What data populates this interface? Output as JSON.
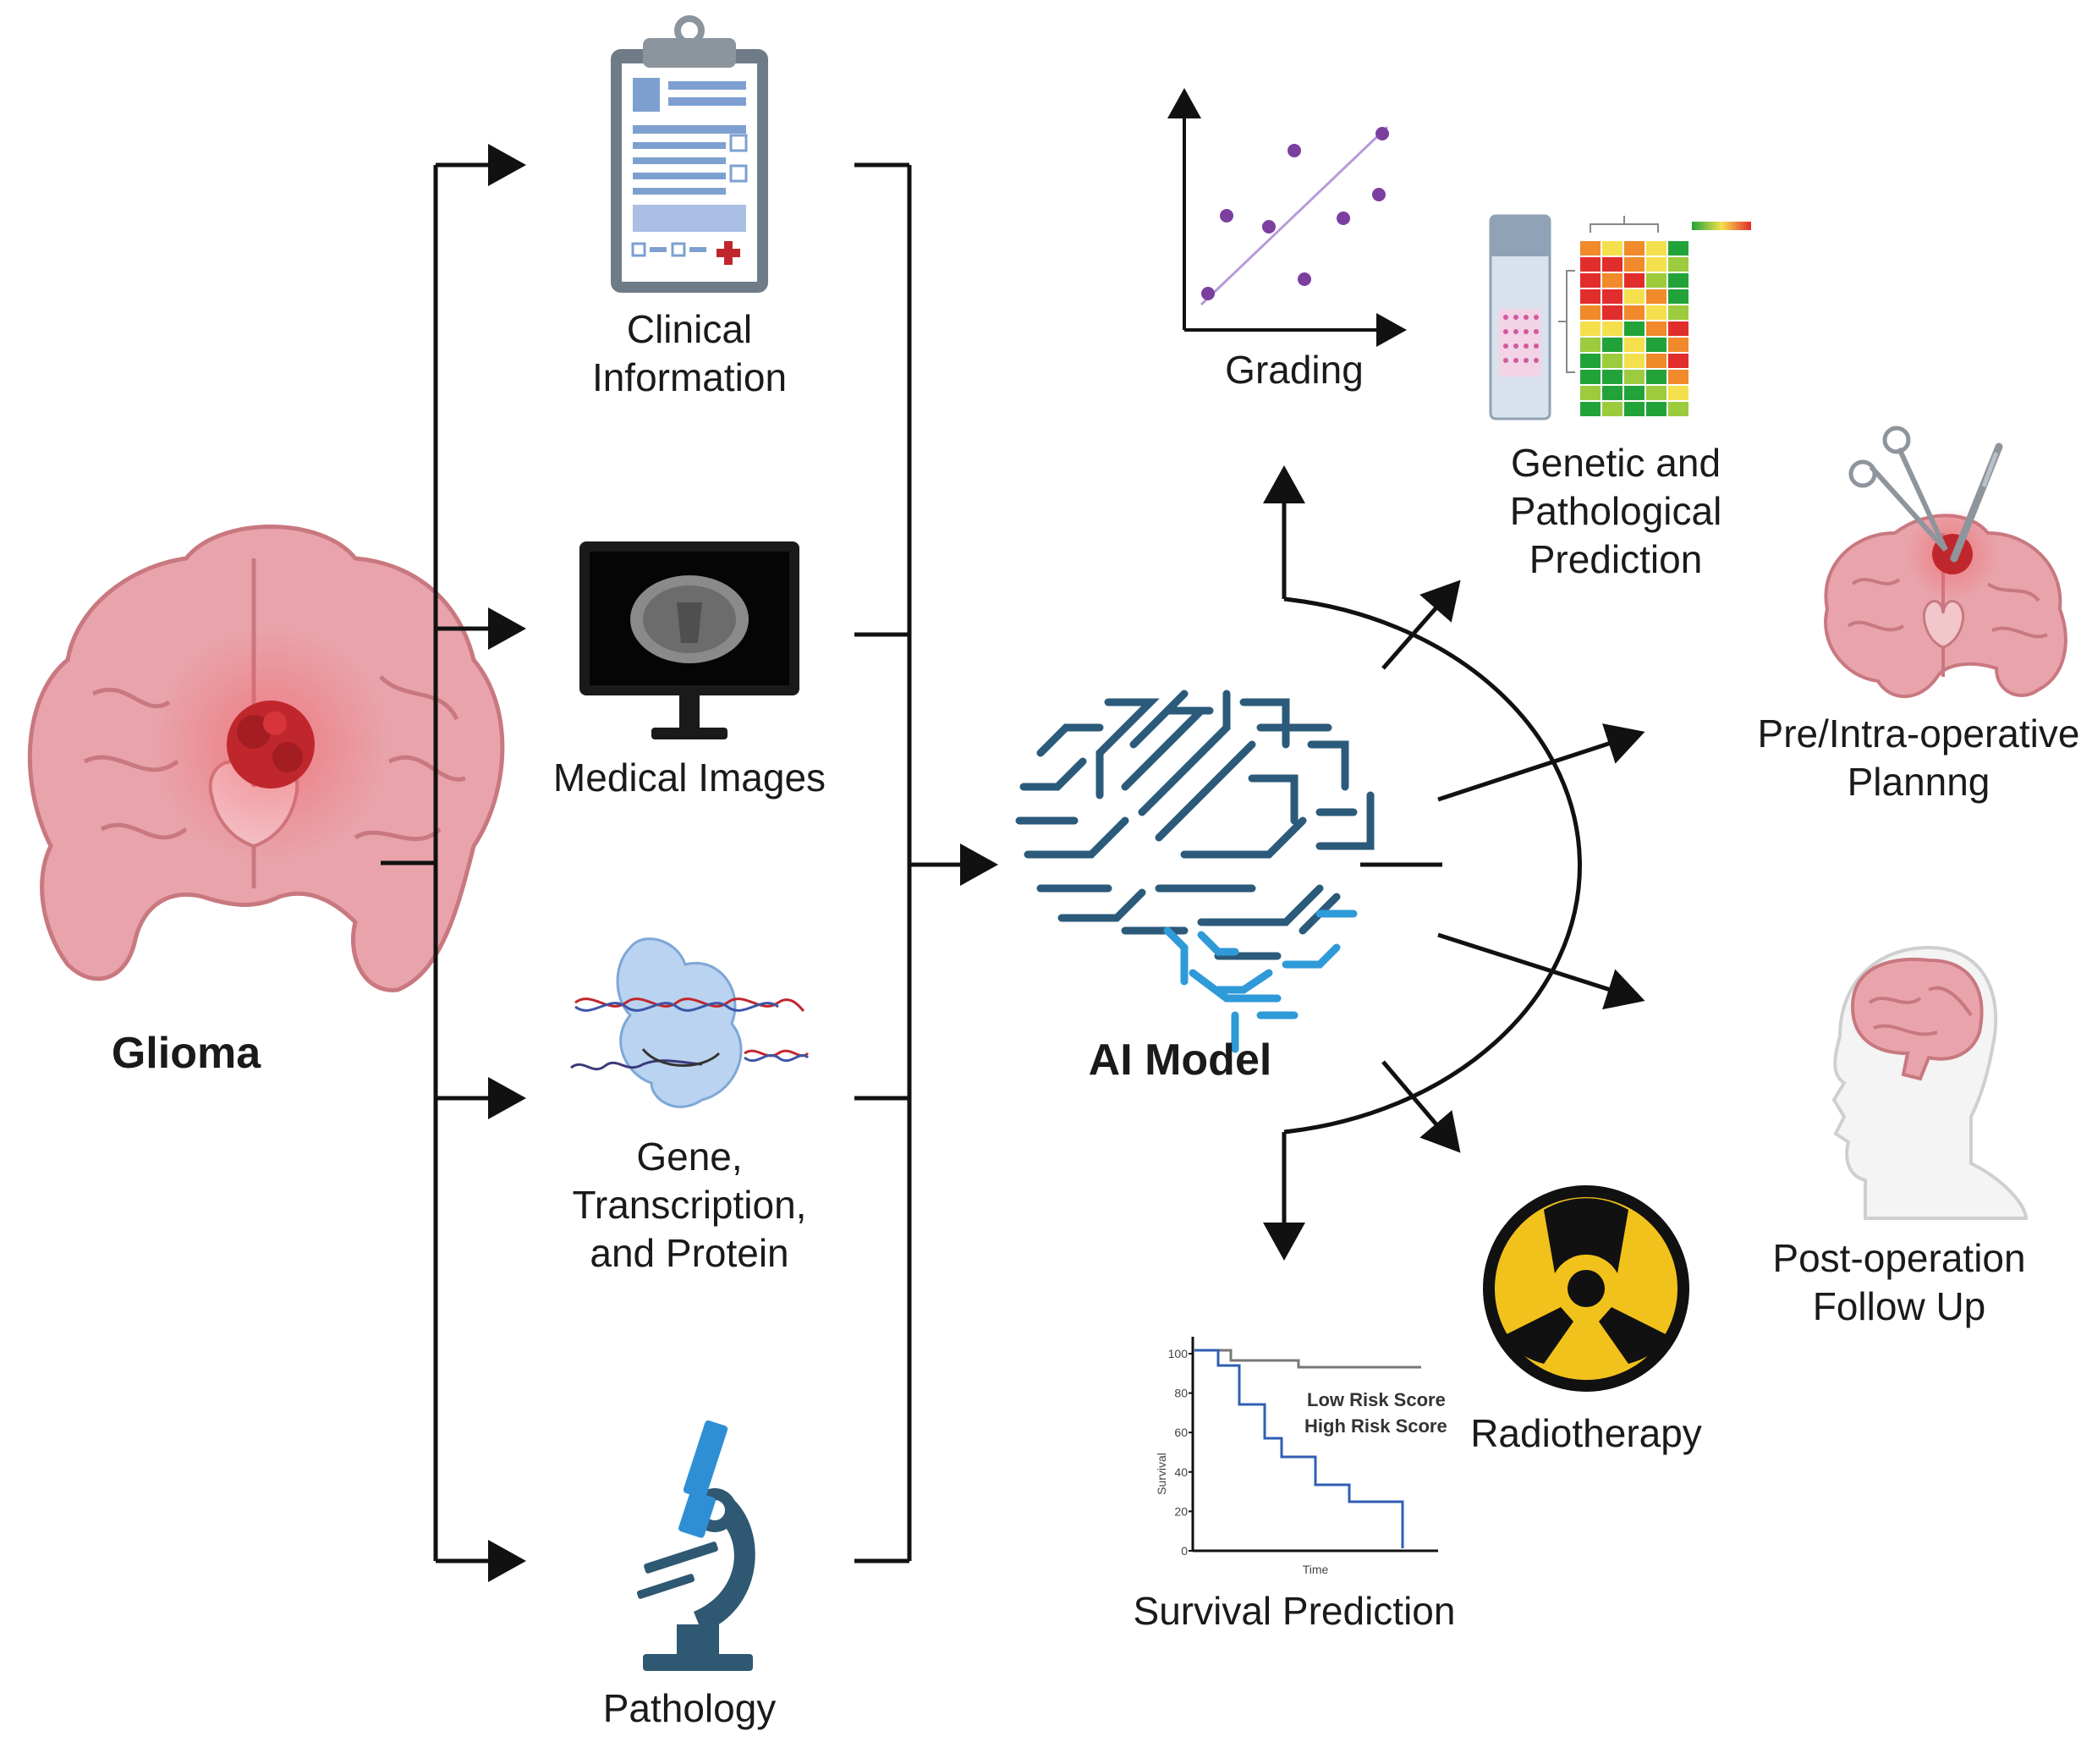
{
  "labels": {
    "glioma": "Glioma",
    "clinical_1": "Clinical",
    "clinical_2": "Information",
    "medical_images": "Medical Images",
    "gene_1": "Gene,",
    "gene_2": "Transcription,",
    "gene_3": "and Protein",
    "pathology": "Pathology",
    "ai_model": "AI Model",
    "grading": "Grading",
    "genetic_1": "Genetic and",
    "genetic_2": "Pathological",
    "genetic_3": "Prediction",
    "preop_1": "Pre/Intra-operative",
    "preop_2": "Plannng",
    "postop_1": "Post-operation",
    "postop_2": "Follow Up",
    "radiotherapy": "Radiotherapy",
    "survival_prediction": "Survival Prediction"
  },
  "survival_chart": {
    "ylabel": "Survival",
    "xlabel": "Time",
    "yticks": [
      "100",
      "80",
      "60",
      "40",
      "20",
      "0"
    ],
    "low_risk_label": "Low Risk Score",
    "high_risk_label": "High Risk Score",
    "low_risk_color": "#777777",
    "high_risk_color": "#2f5fb3"
  },
  "colors": {
    "brain": "#e8a4aa",
    "tumor": "#c0272d",
    "ai_dark": "#2b5a7a",
    "ai_light": "#2f9ad8",
    "radiation": "#f1c21b"
  }
}
